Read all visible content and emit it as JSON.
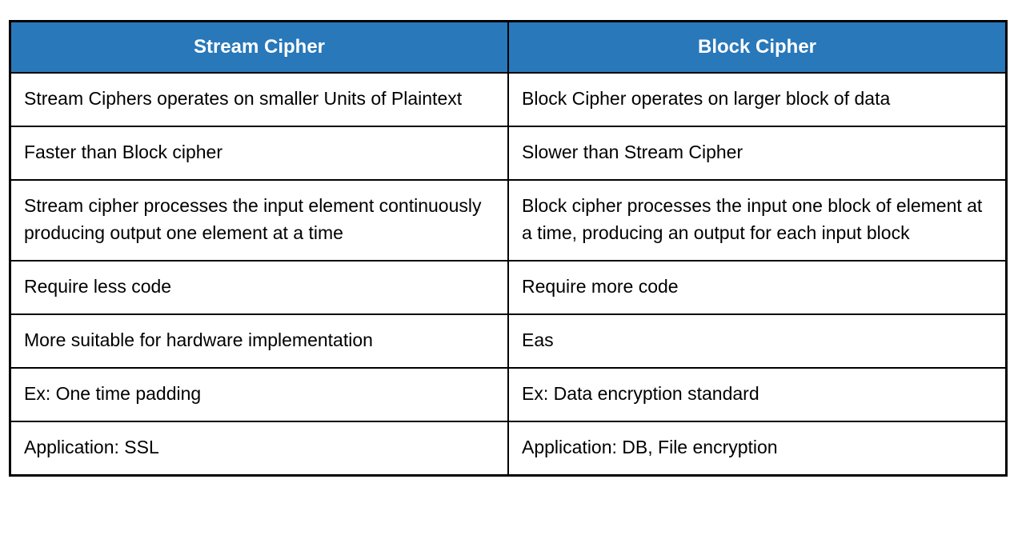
{
  "table": {
    "headers": [
      "Stream Cipher",
      "Block Cipher"
    ],
    "rows": [
      [
        "Stream Ciphers operates on smaller Units of Plaintext",
        "Block Cipher operates on larger block of data"
      ],
      [
        "Faster than Block cipher",
        "Slower than Stream Cipher"
      ],
      [
        "Stream cipher processes the input element continuously producing output one element at a time",
        "Block cipher processes the input one block of element at a time, producing an output for each input block"
      ],
      [
        "Require less code",
        "Require more code"
      ],
      [
        "More suitable for hardware implementation",
        "Eas"
      ],
      [
        "Ex: One time padding",
        "Ex: Data encryption standard"
      ],
      [
        "Application: SSL",
        "Application: DB, File encryption"
      ]
    ],
    "colors": {
      "header_bg": "#2878ba",
      "header_text": "#ffffff",
      "border": "#000000",
      "body_text": "#000000",
      "page_bg": "#ffffff"
    }
  }
}
